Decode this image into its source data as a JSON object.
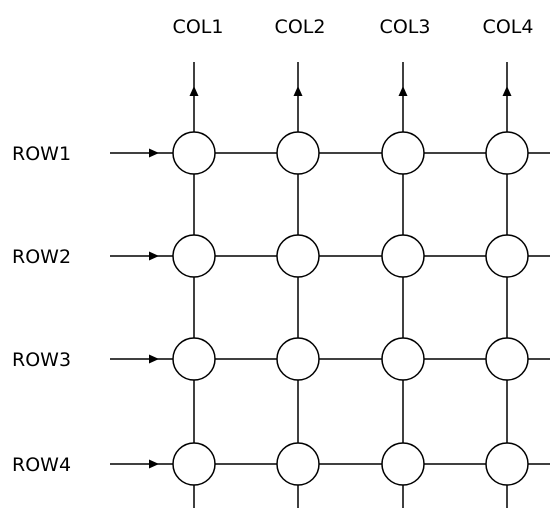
{
  "diagram": {
    "columns": [
      {
        "label": "COL1"
      },
      {
        "label": "COL2"
      },
      {
        "label": "COL3"
      },
      {
        "label": "COL4"
      }
    ],
    "rows": [
      {
        "label": "ROW1"
      },
      {
        "label": "ROW2"
      },
      {
        "label": "ROW3"
      },
      {
        "label": "ROW4"
      }
    ]
  }
}
